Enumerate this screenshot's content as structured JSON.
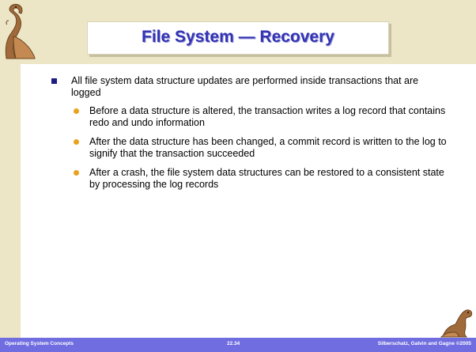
{
  "slide": {
    "title": "File System — Recovery",
    "bullets": [
      {
        "text": "All file system data structure updates are performed inside transactions that are logged",
        "subbullets": [
          "Before a data structure is altered, the transaction writes a log record that contains redo and undo information",
          "After the data structure has been changed, a commit record is written to the log to signify that the transaction succeeded",
          "After a crash, the file system data structures can be restored to a consistent state by processing the log records"
        ]
      }
    ]
  },
  "footer": {
    "left": "Operating System Concepts",
    "center": "22.34",
    "right": "Silberschatz, Galvin and Gagne ©2005"
  },
  "colors": {
    "title_text": "#3333b4",
    "title_band": "#ede6c6",
    "footer_bar": "#6f6de0",
    "square_bullet": "#1d1d85",
    "round_bullet": "#e8a21e"
  },
  "icons": {
    "top_left": "dinosaur-logo-icon",
    "bottom_right": "dinosaur-logo-icon"
  }
}
